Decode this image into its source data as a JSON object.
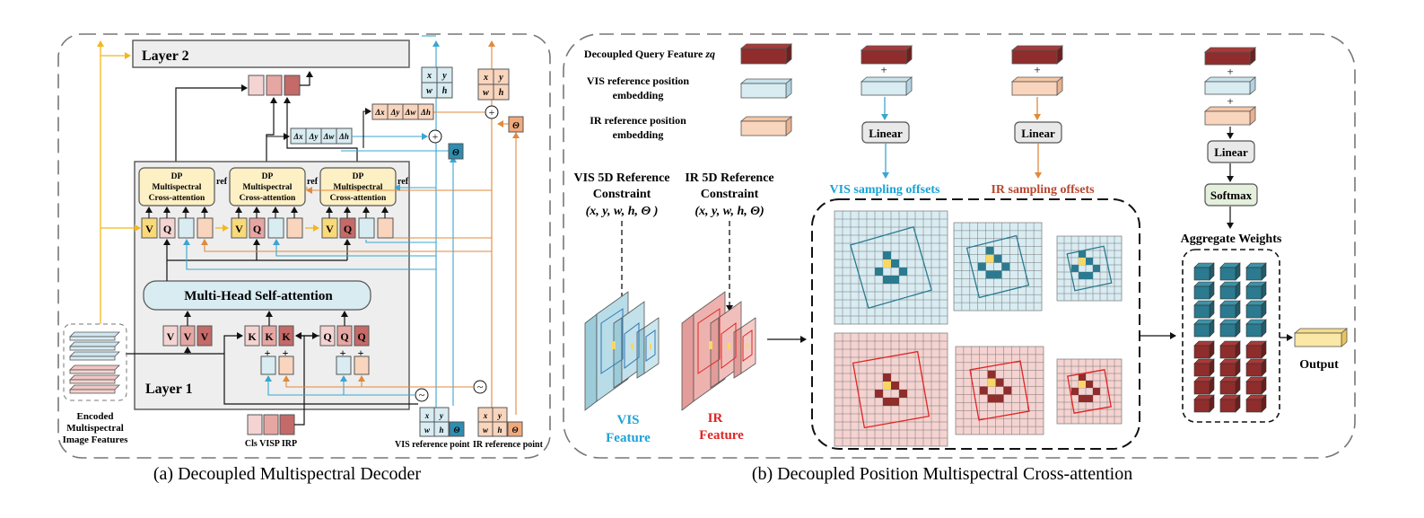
{
  "colors": {
    "gold": "#f2b81c",
    "blue": "#3aa6d0",
    "orange": "#e08a3c",
    "query": "#8e2d2c",
    "vis_cell": "#d8ecf2",
    "ir_cell": "#f4d3d0",
    "teal": "#2b7a8f",
    "yellow_cell": "#f8d764",
    "ir_red": "#e02424",
    "vis_label": "#1aa3d6"
  },
  "panel_a": {
    "layer2": "Layer 2",
    "layer1": "Layer 1",
    "mhsa": "Multi-Head Self-attention",
    "dp_l1": "DP",
    "dp_l2": "Multispectral",
    "dp_l3": "Cross-attention",
    "ref": "ref",
    "v": "V",
    "q": "Q",
    "k": "K",
    "plus": "+",
    "tilde": "~",
    "x": "x",
    "y": "y",
    "w": "w",
    "h": "h",
    "theta": "Θ",
    "dx": "Δx",
    "dy": "Δy",
    "dw": "Δw",
    "dh": "Δh",
    "tokens_label": "Cls VISP IRP",
    "vis_ref_point": "VIS reference point",
    "ir_ref_point": "IR reference point",
    "enc_l1": "Encoded",
    "enc_l2": "Multispectral",
    "enc_l3": "Image Features",
    "caption": "(a) Decoupled Multispectral Decoder"
  },
  "panel_b": {
    "legend_query": "Decoupled Query Feature",
    "legend_query_sym": "zq",
    "legend_vis_l1": "VIS reference position",
    "legend_vis_l2": "embedding",
    "legend_ir_l1": "IR reference position",
    "legend_ir_l2": "embedding",
    "plus": "+",
    "linear": "Linear",
    "softmax": "Softmax",
    "vis_offsets": "VIS sampling offsets",
    "ir_offsets": "IR sampling offsets",
    "vis_con_l1": "VIS 5D Reference",
    "vis_con_l2": "Constraint",
    "vis_con_l3": "(x, y, w, h, Θ )",
    "ir_con_l1": "IR 5D Reference",
    "ir_con_l2": "Constraint",
    "ir_con_l3": "(x, y, w, h, Θ)",
    "vis_feat_l1": "VIS",
    "vis_feat_l2": "Feature",
    "ir_feat_l1": "IR",
    "ir_feat_l2": "Feature",
    "agg_weights": "Aggregate  Weights",
    "output": "Output",
    "caption": "(b) Decoupled Position Multispectral Cross-attention"
  }
}
